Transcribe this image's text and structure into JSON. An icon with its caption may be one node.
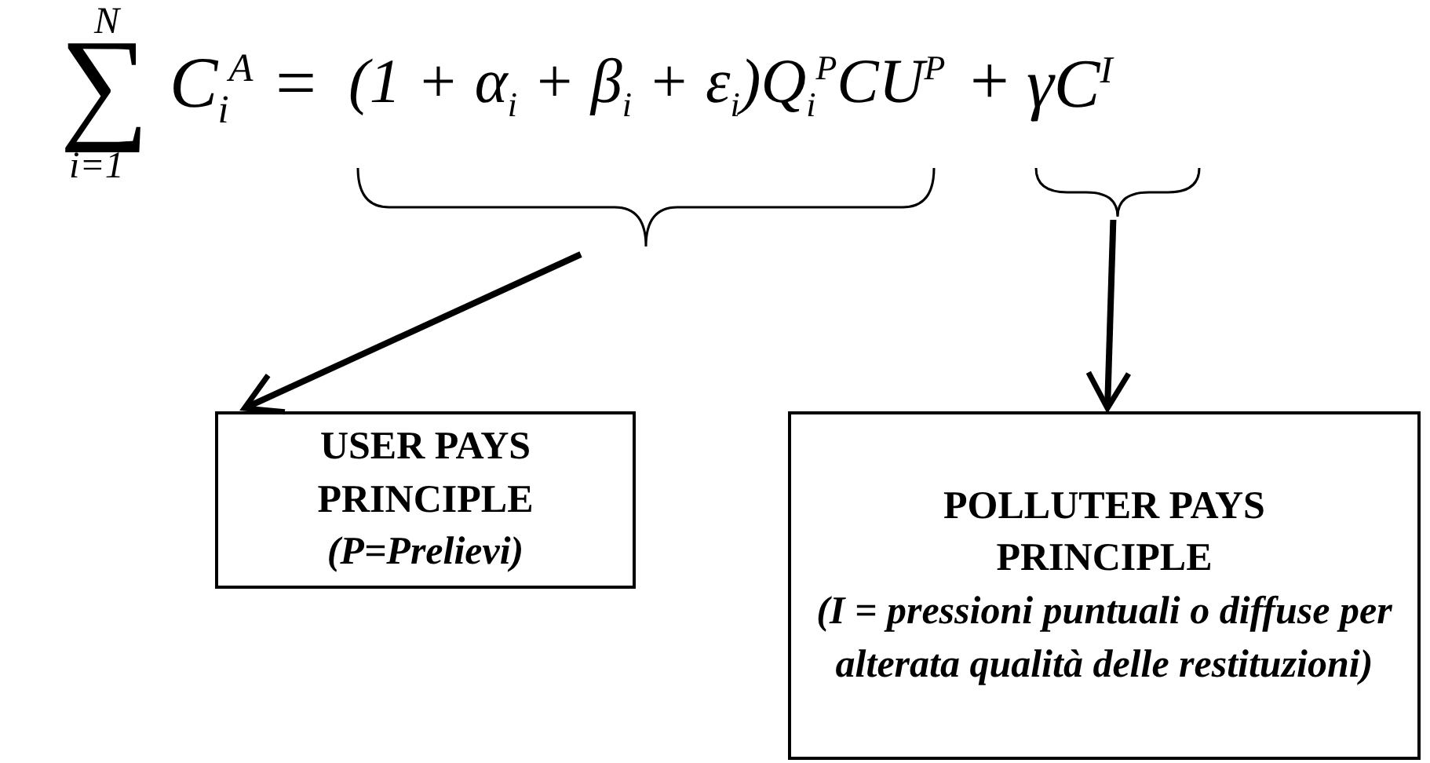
{
  "diagram": {
    "nodes": [
      {
        "text": [
          "(1 + α$_{i}$ + β$_{i}$ + ε$_{i}$)Q$_{i}$$^{P}$CU$^{P}$"
        ]
      },
      {
        "text": [
          "γC$^{I}$"
        ]
      },
      {
        "text": [
          "USER PAYS PRINCIPLE",
          "(P=Prelievi)"
        ]
      },
      {
        "text": [
          "POLLUTER PAYS PRINCIPLE",
          "(I = pressioni puntuali o diffuse per alterata qualità delle restituzioni)"
        ]
      }
    ],
    "edges": [
      {
        "from": 0,
        "to": 2,
        "arrow": "to"
      },
      {
        "from": 1,
        "to": 3,
        "arrow": "to"
      }
    ],
    "labels": [
      "N",
      "∑",
      "i=1",
      "C$_{i}$$^{A}$ =",
      "+"
    ]
  }
}
